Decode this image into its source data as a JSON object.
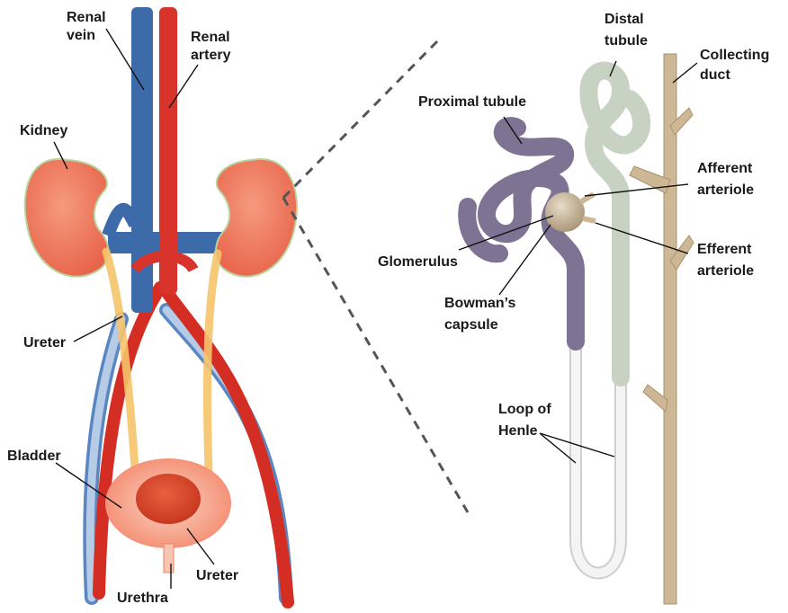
{
  "labels": {
    "renal_vein": [
      "Renal",
      "vein"
    ],
    "renal_artery": [
      "Renal",
      "artery"
    ],
    "kidney": "Kidney",
    "ureter_left": "Ureter",
    "bladder": "Bladder",
    "urethra": "Urethra",
    "ureter_bottom": "Ureter",
    "proximal_tubule": "Proximal tubule",
    "distal_tubule": [
      "Distal",
      "tubule"
    ],
    "collecting_duct": [
      "Collecting",
      "duct"
    ],
    "afferent_arteriole": [
      "Afferent",
      "arteriole"
    ],
    "efferent_arteriole": [
      "Efferent",
      "arteriole"
    ],
    "glomerulus": "Glomerulus",
    "bowmans_capsule": [
      "Bowman’s",
      "capsule"
    ],
    "loop_of_henle": [
      "Loop of",
      "Henle"
    ]
  },
  "colors": {
    "vein": "#3d6aa8",
    "artery": "#d9342b",
    "kidney": "#f07a60",
    "ureter": "#f6c46b",
    "bladder": "#f5896f",
    "proximal_tubule": "#7e7393",
    "distal_tubule": "#c8d2c2",
    "collecting_duct": "#cdb794",
    "glomerulus": "#c9b79c",
    "loop": "#eeeeee"
  }
}
